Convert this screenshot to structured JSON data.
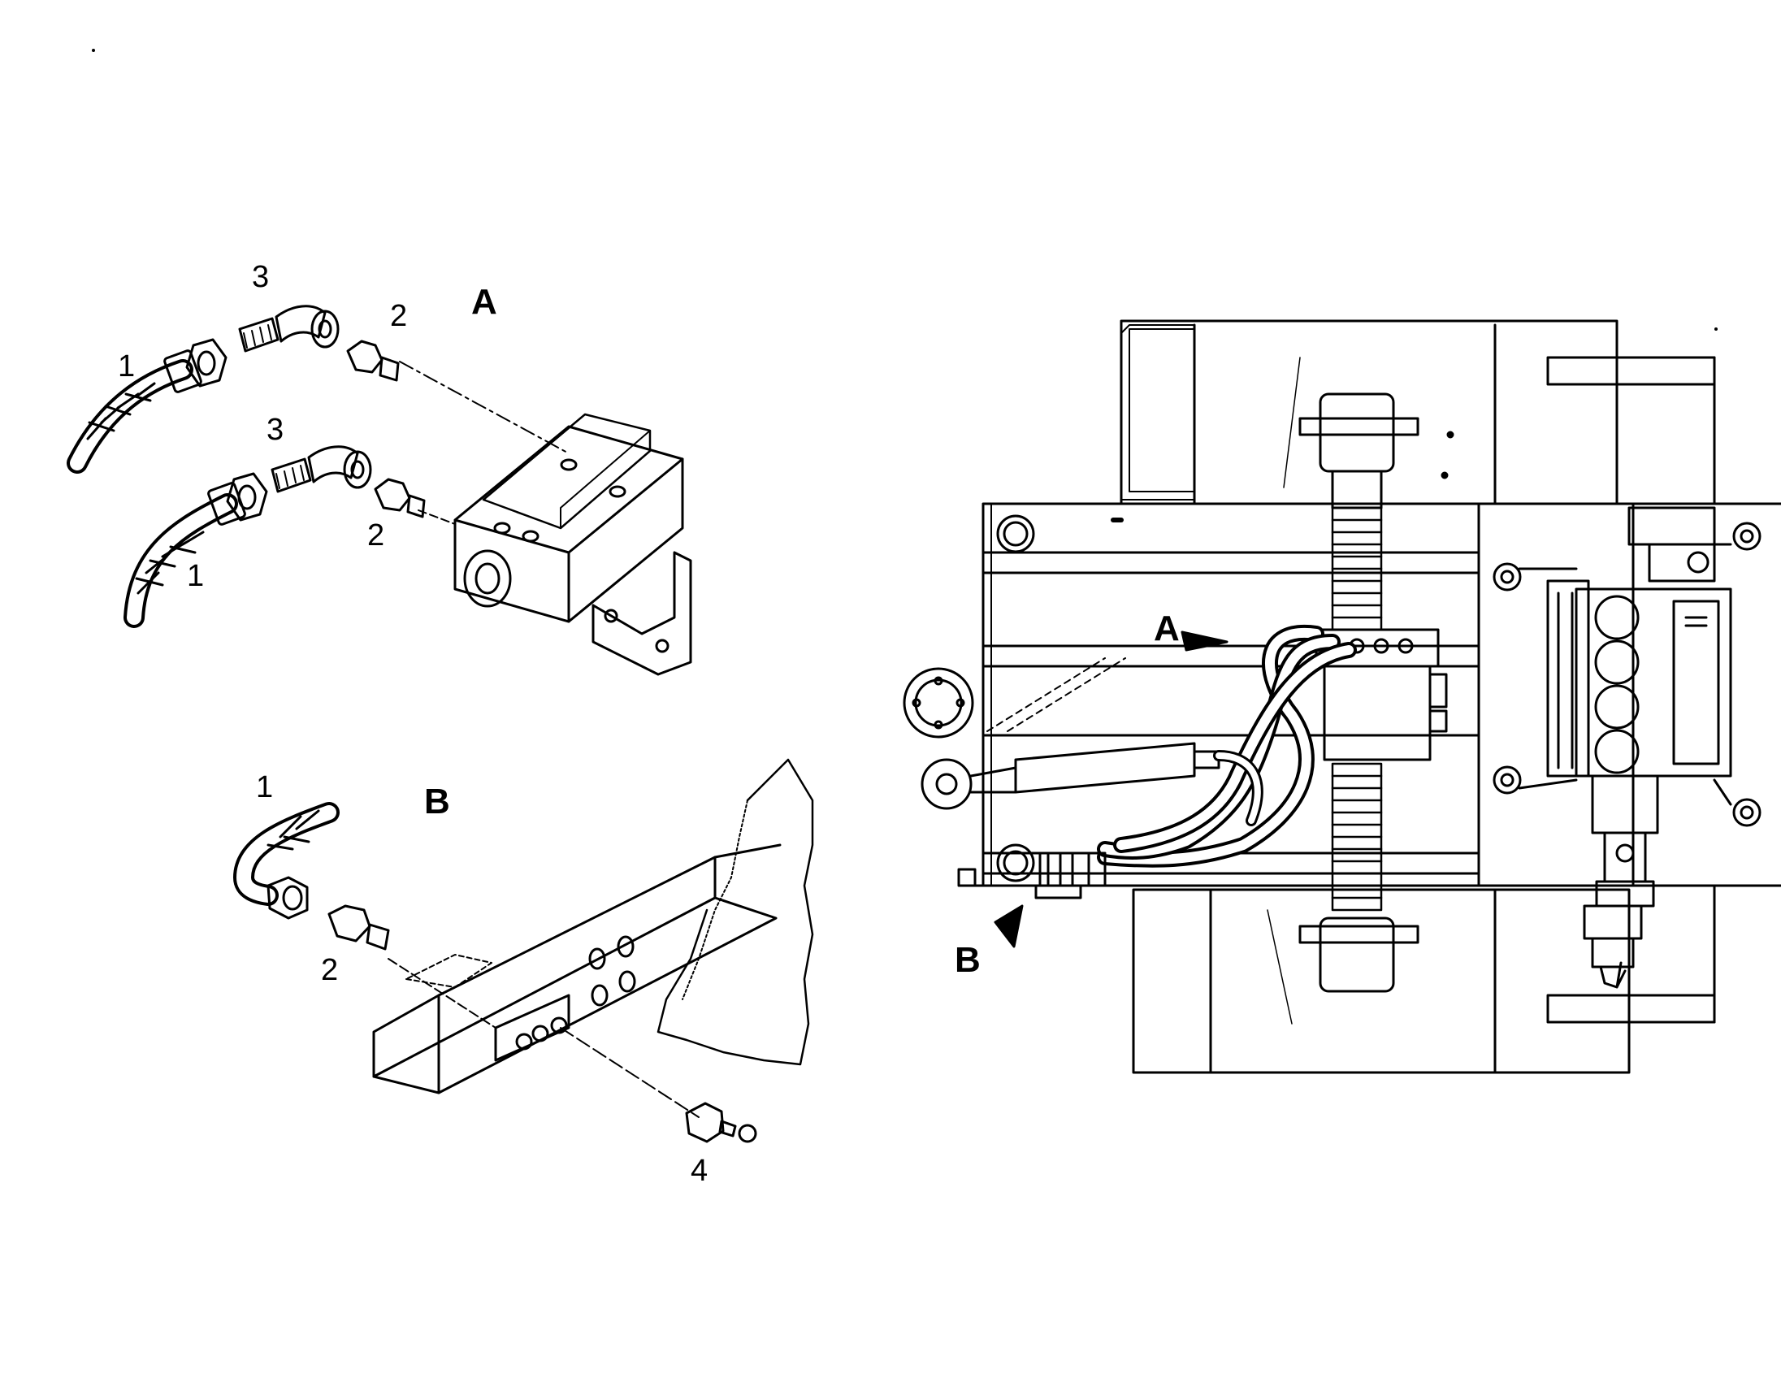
{
  "views": {
    "a": {
      "letter": "A"
    },
    "b": {
      "letter": "B"
    }
  },
  "callouts": {
    "a_upper": {
      "hose": "1",
      "adapter": "2",
      "elbow": "3"
    },
    "a_lower": {
      "hose": "1",
      "adapter": "2",
      "elbow": "3"
    },
    "b": {
      "hose": "1",
      "adapter": "2",
      "grease_fitting": "4"
    }
  },
  "overview": {
    "marker_a": "A",
    "marker_b": "B"
  }
}
